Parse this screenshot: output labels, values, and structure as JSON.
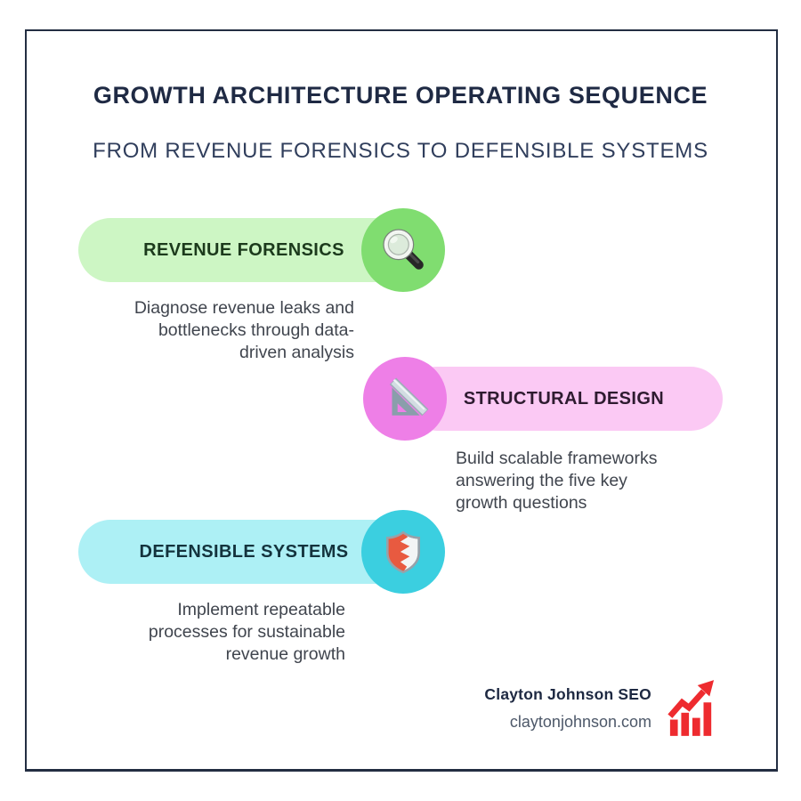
{
  "page": {
    "border_color": "#232e42",
    "background_color": "#ffffff"
  },
  "header": {
    "title": "GROWTH ARCHITECTURE OPERATING SEQUENCE",
    "subtitle": "FROM REVENUE FORENSICS TO DEFENSIBLE SYSTEMS",
    "title_color": "#1f2a44"
  },
  "steps": [
    {
      "label": "REVENUE FORENSICS",
      "icon": "magnifying-glass-icon",
      "pill_color": "#cdf6c4",
      "circle_color": "#80dd70",
      "label_color": "#1c3a1c",
      "description_lines": {
        "0": "Diagnose revenue leaks and",
        "1": "bottlenecks through data-",
        "2": "driven analysis"
      }
    },
    {
      "label": "STRUCTURAL DESIGN",
      "icon": "set-square-icon",
      "pill_color": "#fbc9f4",
      "circle_color": "#ee7fe7",
      "label_color": "#2e1b30",
      "description_lines": {
        "0": "Build scalable frameworks",
        "1": "answering the five key",
        "2": "growth questions"
      }
    },
    {
      "label": "DEFENSIBLE SYSTEMS",
      "icon": "shield-icon",
      "pill_color": "#adf0f5",
      "circle_color": "#3bcfe0",
      "label_color": "#14333d",
      "description_lines": {
        "0": "Implement repeatable",
        "1": "processes for sustainable",
        "2": "revenue growth"
      }
    }
  ],
  "footer": {
    "brand": "Clayton Johnson SEO",
    "website": "claytonjohnson.com",
    "icon": "growth-chart-icon",
    "accent_color": "#ee2b2f"
  }
}
